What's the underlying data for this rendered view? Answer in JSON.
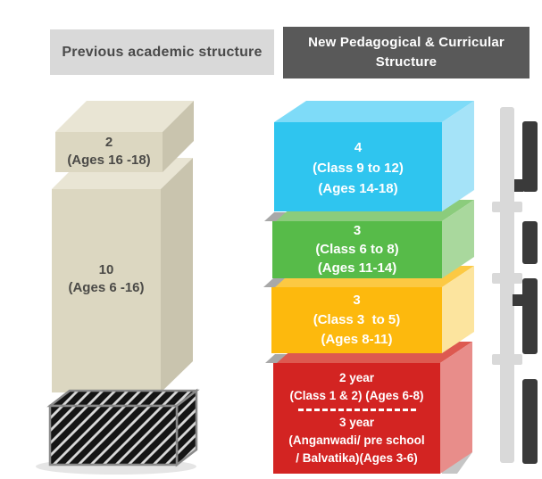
{
  "header": {
    "previous_tab": "Previous academic structure",
    "new_tab_line1": "New Pedagogical & Curricular",
    "new_tab_line2": "Structure"
  },
  "previous_structure": {
    "secondary_block": {
      "years": "2",
      "ages": "(Ages 16 -18)"
    },
    "school_block": {
      "years": "10",
      "ages": "(Ages 6 -16)"
    }
  },
  "new_structure": {
    "stage_secondary": {
      "years": "4",
      "classes": "(Class 9 to 12)",
      "ages": "(Ages 14-18)"
    },
    "stage_middle": {
      "years": "3",
      "classes": "(Class 6 to 8)",
      "ages": "(Ages 11-14)"
    },
    "stage_preparatory": {
      "years": "3",
      "classes": "(Class 3  to 5)",
      "ages": "(Ages 8-11)"
    },
    "stage_foundational": {
      "part1_years": "2 year",
      "part1_detail": "(Class 1 & 2) (Ages 6-8)",
      "part2_years": "3 year",
      "part2_detail_line1": "(Anganwadi/ pre school",
      "part2_detail_line2": "/ Balvatika)(Ages 3-6)"
    }
  },
  "colors": {
    "header_previous_bg": "#d9d9d9",
    "header_previous_text": "#4a4a4a",
    "header_new_bg": "#595959",
    "header_new_text": "#ffffff",
    "beige_front": "#dcd7c1",
    "beige_top": "#e9e5d4",
    "beige_side": "#c9c4ae",
    "blue_front": "#2fc5ef",
    "blue_top": "#7edbf8",
    "blue_side": "#a5e3f8",
    "green_front": "#57bb49",
    "green_top": "#8bcc7c",
    "green_side": "#a9d89d",
    "yellow_front": "#fdb90d",
    "yellow_top": "#fcc943",
    "yellow_side": "#fce49e",
    "red_front": "#d32422",
    "red_top": "#dd5950",
    "red_side": "#e88d8a",
    "ruler": "#d9d9d9",
    "edge_label": "#3a3a3a",
    "shadow_gray": "#a8a8a8",
    "block_text_dark": "#4b4a47",
    "block_text_light": "#ffffff"
  }
}
